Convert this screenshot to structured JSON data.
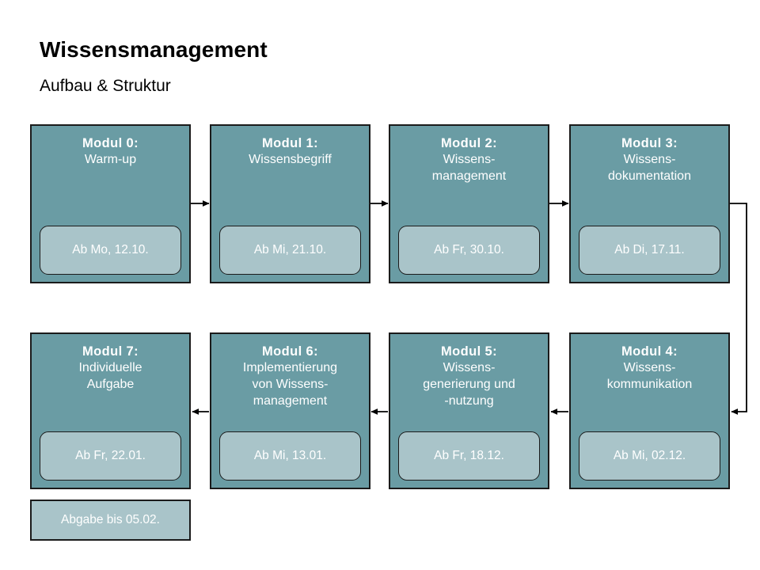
{
  "header": {
    "title": "Wissensmanagement",
    "subtitle": "Aufbau & Struktur"
  },
  "colors": {
    "module_fill": "#6a9ca4",
    "date_fill": "#a9c4c9",
    "border": "#1b1b1b",
    "text_on_module": "#ffffff",
    "background": "#ffffff",
    "heading": "#000000"
  },
  "modules": [
    {
      "id": "modul-0",
      "heading": "Modul 0:",
      "lines": [
        "Warm-up"
      ],
      "date": "Ab Mo, 12.10.",
      "row": 1,
      "col": 1
    },
    {
      "id": "modul-1",
      "heading": "Modul 1:",
      "lines": [
        "Wissensbegriff"
      ],
      "date": "Ab Mi, 21.10.",
      "row": 1,
      "col": 2
    },
    {
      "id": "modul-2",
      "heading": "Modul 2:",
      "lines": [
        "Wissens-",
        "management"
      ],
      "date": "Ab Fr, 30.10.",
      "row": 1,
      "col": 3
    },
    {
      "id": "modul-3",
      "heading": "Modul 3:",
      "lines": [
        "Wissens-",
        "dokumentation"
      ],
      "date": "Ab Di, 17.11.",
      "row": 1,
      "col": 4
    },
    {
      "id": "modul-7",
      "heading": "Modul 7:",
      "lines": [
        "Individuelle",
        "Aufgabe"
      ],
      "date": "Ab Fr, 22.01.",
      "row": 2,
      "col": 1
    },
    {
      "id": "modul-6",
      "heading": "Modul 6:",
      "lines": [
        "Implementierung",
        "von Wissens-",
        "management"
      ],
      "date": "Ab Mi, 13.01.",
      "row": 2,
      "col": 2
    },
    {
      "id": "modul-5",
      "heading": "Modul 5:",
      "lines": [
        "Wissens-",
        "generierung  und",
        "-nutzung"
      ],
      "date": "Ab Fr, 18.12.",
      "row": 2,
      "col": 3
    },
    {
      "id": "modul-4",
      "heading": "Modul 4:",
      "lines": [
        "Wissens-",
        "kommunikation"
      ],
      "date": "Ab Mi, 02.12.",
      "row": 2,
      "col": 4
    }
  ],
  "deadline": {
    "label": "Abgabe  bis 05.02."
  },
  "flow": {
    "order": [
      "Modul 0:",
      "Modul 1:",
      "Modul 2:",
      "Modul 3:",
      "Modul 4:",
      "Modul 5:",
      "Modul 6:",
      "Modul 7:"
    ],
    "direction_row1": "left-to-right",
    "direction_row2": "right-to-left"
  }
}
